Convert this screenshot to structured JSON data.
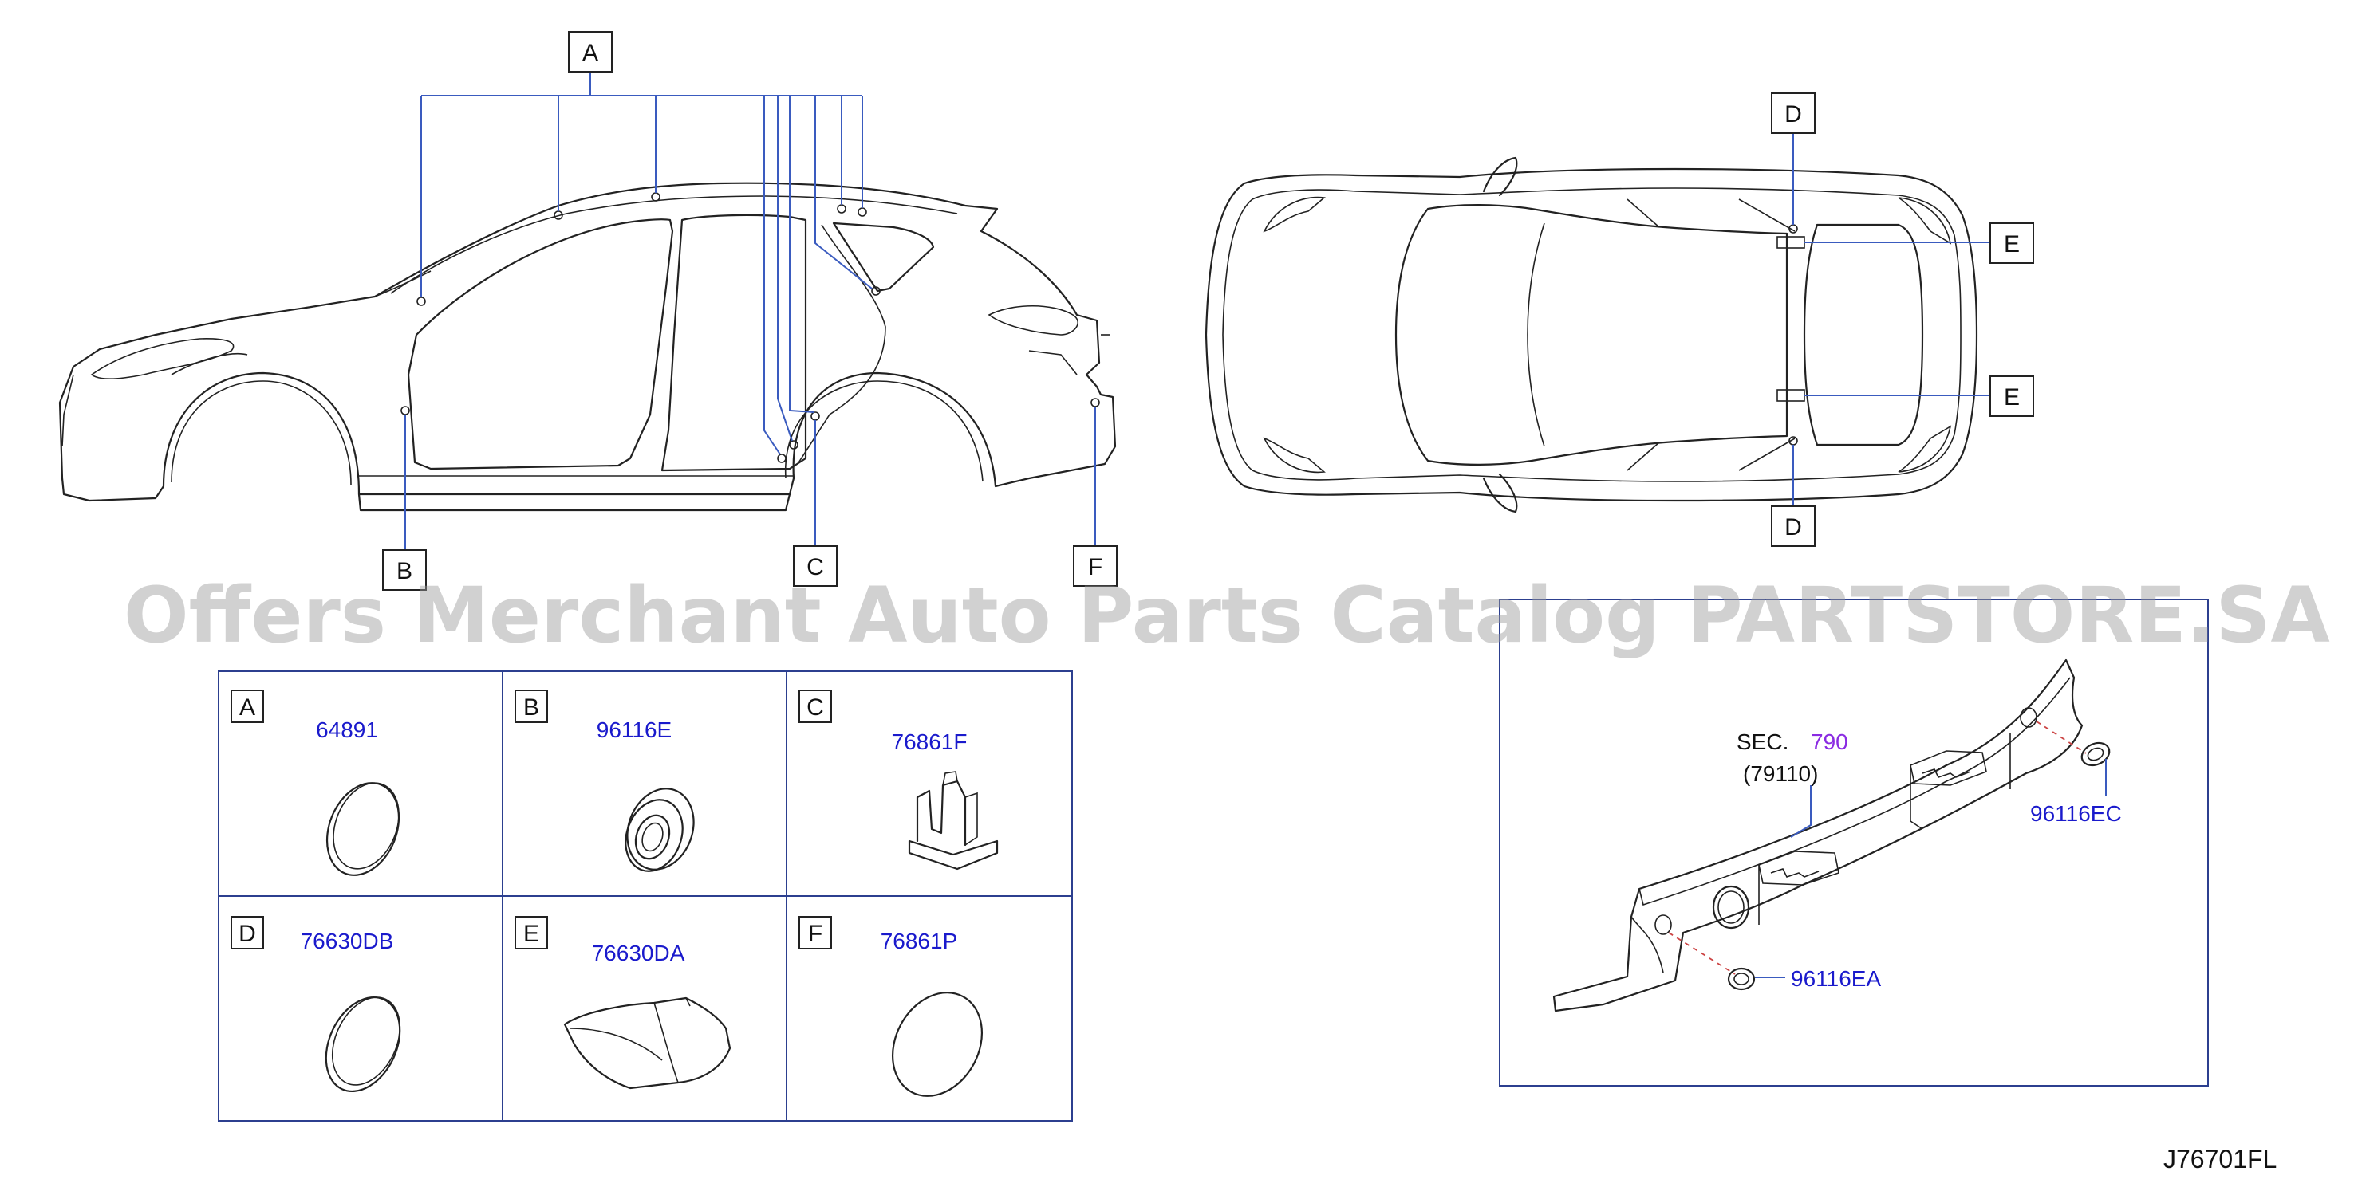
{
  "watermark": "Offers Merchant Auto Parts Catalog PARTSTORE.SA",
  "side_view_callouts": {
    "a": "A",
    "b": "B",
    "c": "C",
    "f": "F"
  },
  "top_view_callouts": {
    "d_top": "D",
    "d_bottom": "D",
    "e_top": "E",
    "e_bottom": "E"
  },
  "parts_table": [
    {
      "letter": "A",
      "part": "64891"
    },
    {
      "letter": "B",
      "part": "96116E"
    },
    {
      "letter": "C",
      "part": "76861F"
    },
    {
      "letter": "D",
      "part": "76630DB"
    },
    {
      "letter": "E",
      "part": "76630DA"
    },
    {
      "letter": "F",
      "part": "76861P"
    }
  ],
  "detail": {
    "sec_prefix": "SEC.",
    "sec_number": "790",
    "sec_sub": "(79110)",
    "part_right": "96116EC",
    "part_lower": "96116EA"
  },
  "diagram_ref": "J76701FL",
  "colors": {
    "part_number": "#1a1acc",
    "section_ref": "#8a2be2",
    "frame": "#2c3f8f",
    "leader": "#3a5bbf"
  }
}
